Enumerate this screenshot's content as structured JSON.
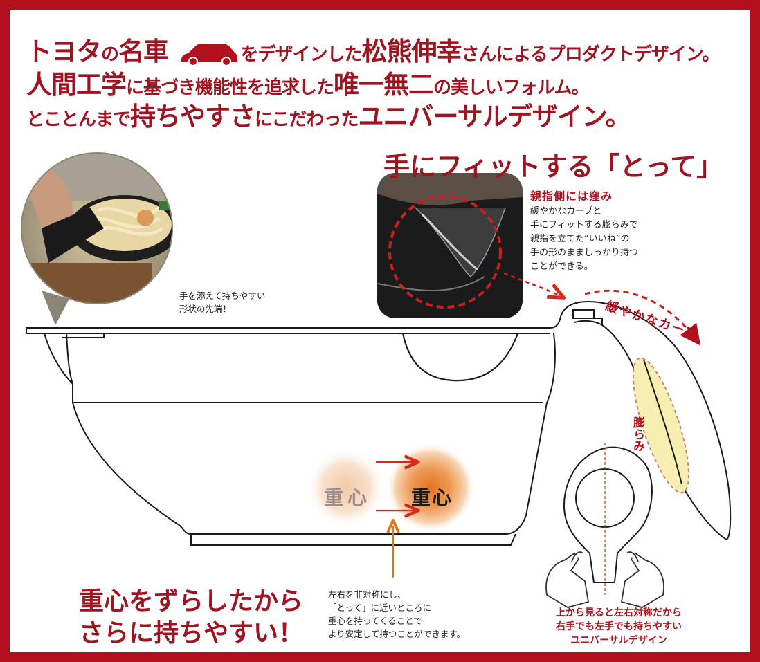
{
  "headline": {
    "line1_a": "トヨタ",
    "line1_b": "の",
    "line1_c": "名車",
    "line1_d": "をデザインした",
    "line1_e": "松熊伸幸",
    "line1_f": "さんによるプロダクトデザイン。",
    "line2_a": "人間工学",
    "line2_b": "に",
    "line2_c": "基づき機能性を追求した",
    "line2_d": "唯一無二",
    "line2_e": "の美しいフォルム。",
    "line3_a": "とことんまで",
    "line3_b": "持ちやすさ",
    "line3_c": "にこだわった",
    "line3_d": "ユニバーサルデザイン。"
  },
  "handle_section": {
    "title": "手にフィットする「とって」",
    "thumb_heading": "親指側には窪み",
    "thumb_text": "緩やかなカーブと\n手にフィットする膨らみで\n親指を立てた“いいね”の\n手の形のまましっかり持つ\nことができる。",
    "curve_label": "緩やかなカーブ",
    "bulge_label": "膨らみ"
  },
  "photo_caption": "手を添えて持ちやすい\n形状の先端！",
  "center_of_gravity": {
    "old_label": "重心",
    "new_label": "重心"
  },
  "bottom_left": {
    "title_line1": "重心をずらしたから",
    "title_line2": "さらに持ちやすい！",
    "text": "左右を非対称にし、\n「とって」に近いところに\n重心を持ってくることで\nより安定して持つことができます。"
  },
  "bottom_right": {
    "line1": "上から見ると左右対称だから",
    "line2": "右手でも左手でも持ちやすい",
    "line3": "ユニバーサルデザイン"
  },
  "colors": {
    "brand_red": "#b3101d",
    "title_red": "#9e1420",
    "orange": "#e2741e"
  }
}
